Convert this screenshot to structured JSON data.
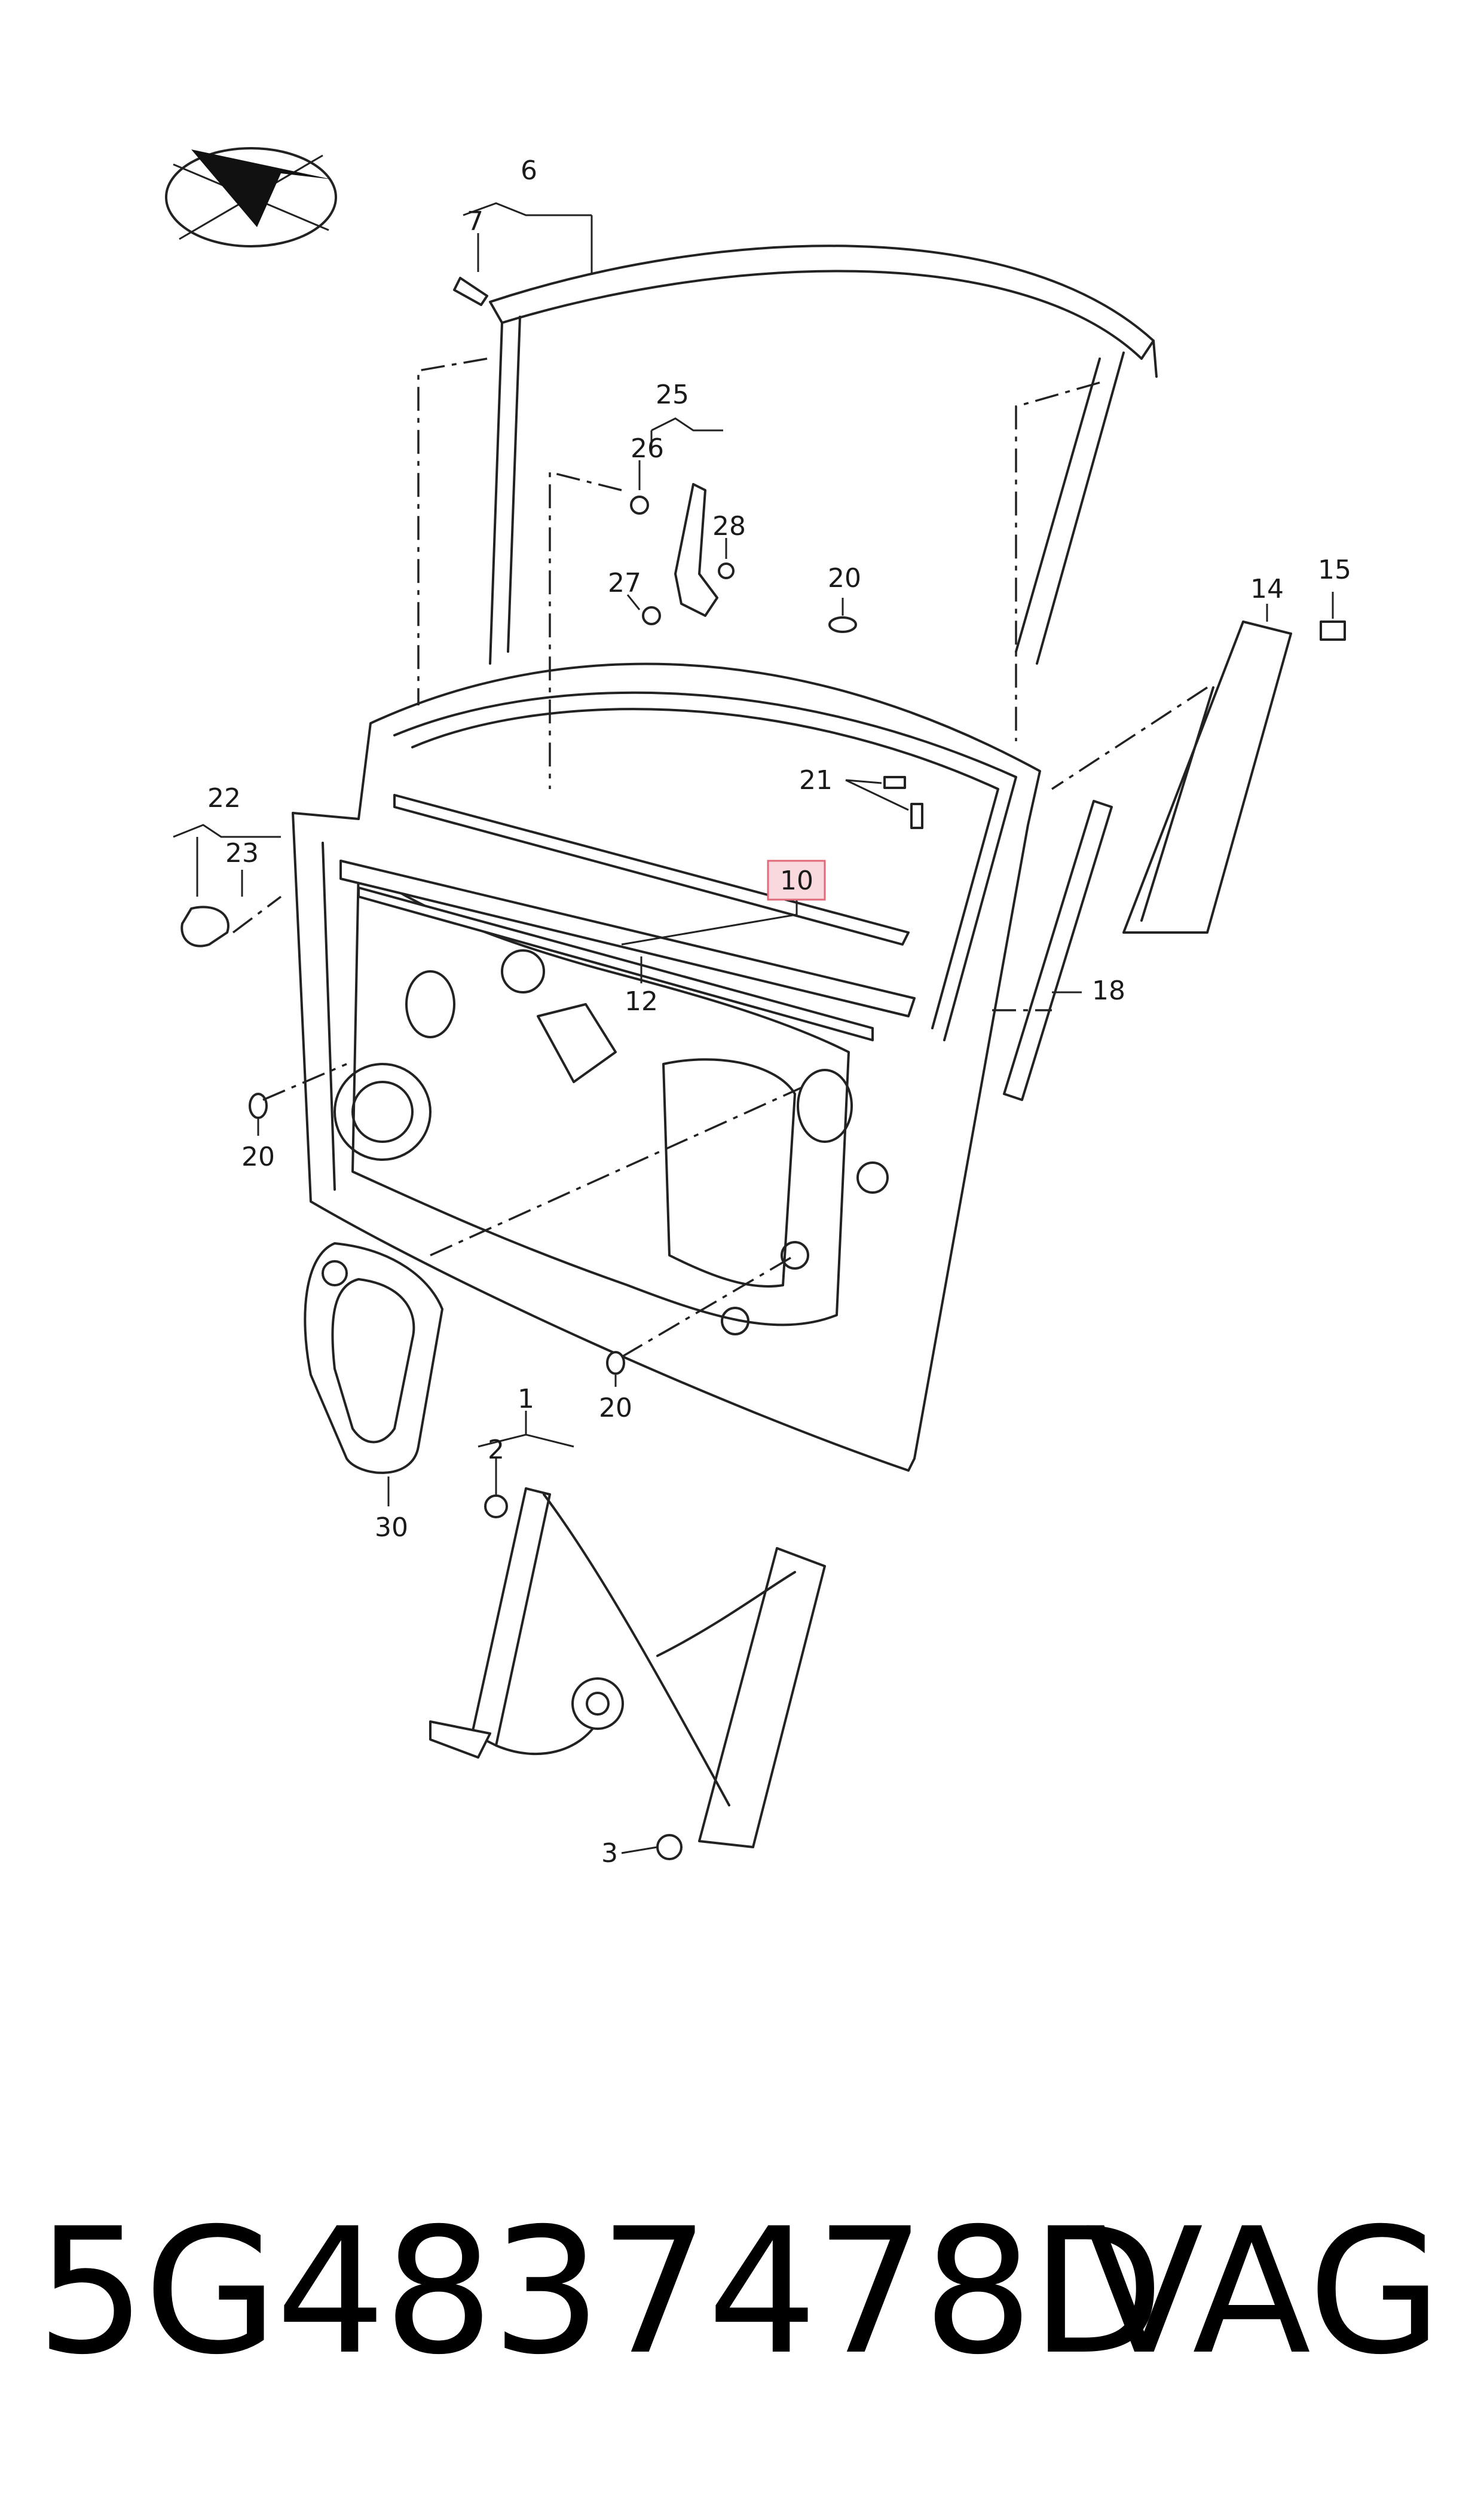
{
  "callouts": {
    "c1": "1",
    "c2": "2",
    "c3": "3",
    "c6": "6",
    "c7": "7",
    "c10": "10",
    "c12": "12",
    "c14": "14",
    "c15": "15",
    "c18": "18",
    "c20a": "20",
    "c20b": "20",
    "c20c": "20",
    "c21": "21",
    "c22": "22",
    "c23": "23",
    "c25": "25",
    "c26": "26",
    "c27": "27",
    "c28": "28",
    "c30": "30"
  },
  "highlight_color": "#e06a7a",
  "footer": {
    "part_number": "5G4837478D",
    "brand": "VAG"
  }
}
